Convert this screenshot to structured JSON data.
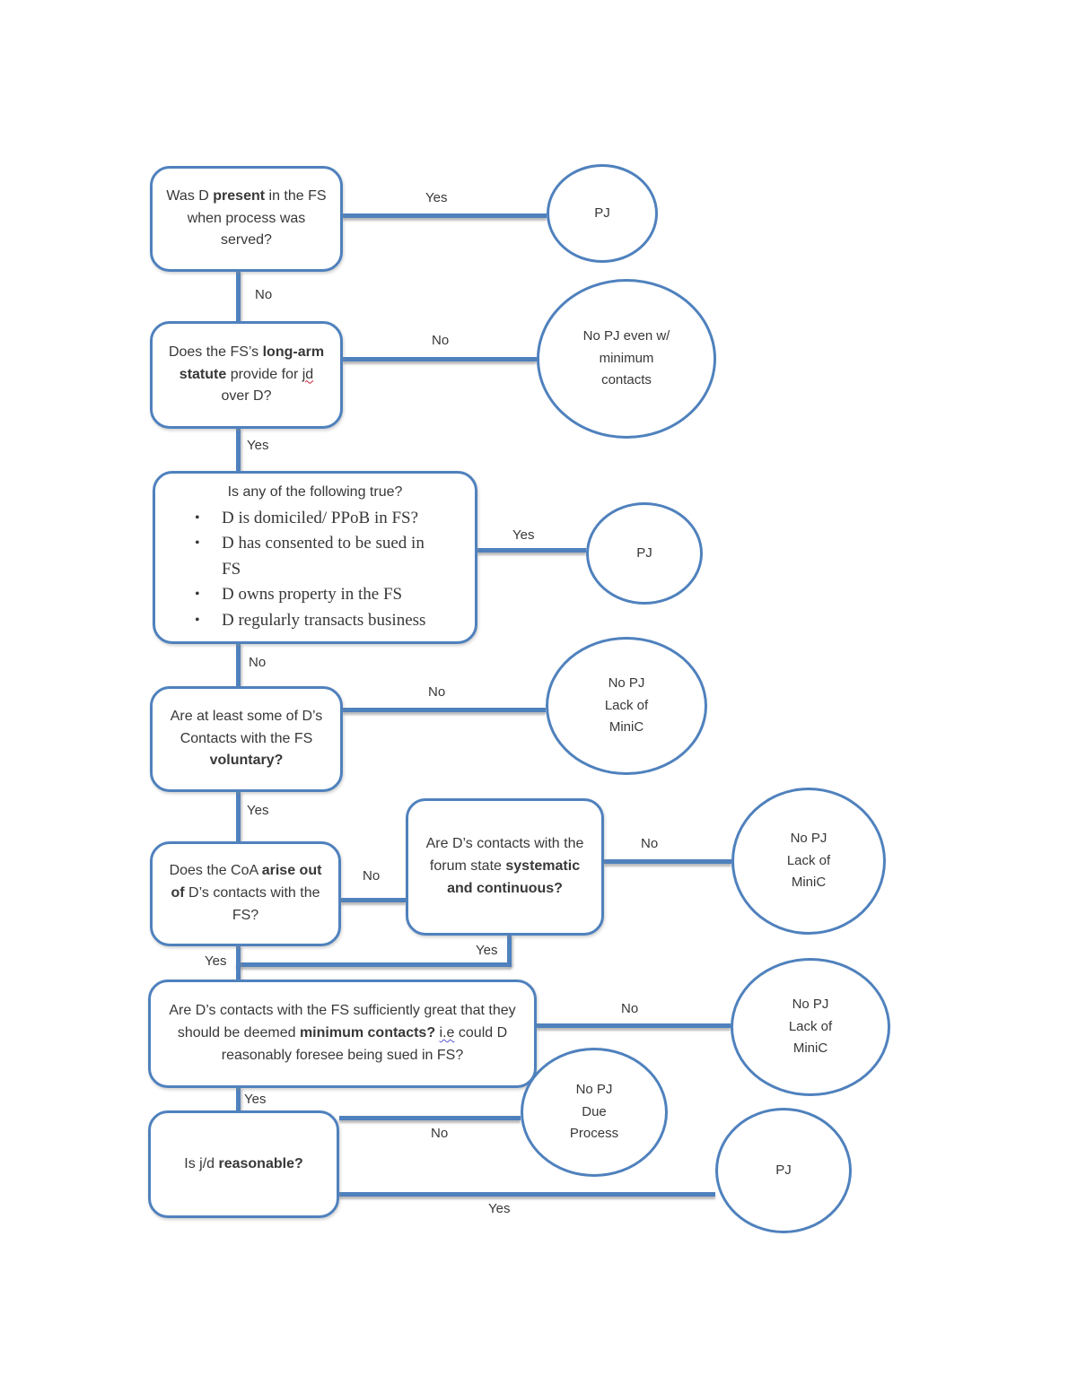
{
  "page": {
    "background": "#ffffff",
    "accent_blue": "#4f81bd",
    "text_color": "#383838",
    "squiggle_red": "#cc2036",
    "squiggle_blue": "#5a5ad0"
  },
  "nodes": {
    "present": {
      "segments": [
        {
          "text": "Was D "
        },
        {
          "text": "present",
          "style": "bold"
        },
        {
          "text": " in the FS when process was served?"
        }
      ]
    },
    "longarm": {
      "segments": [
        {
          "text": "Does the FS’s "
        },
        {
          "text": "long-arm statute",
          "style": "bold"
        },
        {
          "text": " provide for "
        },
        {
          "text": "jd",
          "style": "squiggle-red"
        },
        {
          "text": " over D?"
        }
      ]
    },
    "enumerated": {
      "title": "Is any of the following true?",
      "bullet_glyph": "•",
      "bullets": [
        "D is domiciled/ PPoB in FS?",
        "D has consented to be sued in FS",
        "D owns property in the FS",
        "D regularly transacts business"
      ]
    },
    "voluntary": {
      "segments": [
        {
          "text": "Are at least some of D’s Contacts with the FS "
        },
        {
          "text": "voluntary?",
          "style": "bold"
        }
      ]
    },
    "coa": {
      "segments": [
        {
          "text": "Does the CoA "
        },
        {
          "text": "arise out of",
          "style": "bold"
        },
        {
          "text": " D’s contacts with the FS?"
        }
      ]
    },
    "systematic": {
      "segments": [
        {
          "text": "Are D’s contacts with the forum state "
        },
        {
          "text": "systematic and continuous?",
          "style": "bold"
        }
      ]
    },
    "minimum": {
      "segments": [
        {
          "text": "Are D’s contacts with the FS sufficiently great that they should be deemed "
        },
        {
          "text": "minimum contacts?",
          "style": "bold"
        },
        {
          "text": " "
        },
        {
          "text": "i.e",
          "style": "squiggle-blue"
        },
        {
          "text": " could D reasonably foresee being sued in FS?"
        }
      ]
    },
    "reasonable": {
      "segments": [
        {
          "text": "Is j/d "
        },
        {
          "text": "reasonable?",
          "style": "bold"
        }
      ]
    }
  },
  "outcomes": {
    "pj_top": {
      "lines": [
        "PJ"
      ]
    },
    "no_pj_even": {
      "lines": [
        "No PJ even w/",
        "minimum",
        "contacts"
      ]
    },
    "pj_mid": {
      "lines": [
        "PJ"
      ]
    },
    "no_pj_minic_1": {
      "lines": [
        "No PJ",
        "Lack of",
        "MiniC"
      ]
    },
    "no_pj_minic_2": {
      "lines": [
        "No PJ",
        "Lack of",
        "MiniC"
      ]
    },
    "no_pj_minic_3": {
      "lines": [
        "No PJ",
        "Lack of",
        "MiniC"
      ]
    },
    "no_pj_due_process": {
      "lines": [
        "No PJ",
        "Due",
        "Process"
      ]
    },
    "pj_bottom": {
      "lines": [
        "PJ"
      ]
    }
  },
  "edge_labels": {
    "present_yes": "Yes",
    "present_no": "No",
    "longarm_no": "No",
    "longarm_yes": "Yes",
    "enumerated_yes": "Yes",
    "enumerated_no": "No",
    "voluntary_no": "No",
    "voluntary_yes": "Yes",
    "coa_no": "No",
    "coa_yes": "Yes",
    "systematic_no": "No",
    "systematic_yes": "Yes",
    "minimum_no": "No",
    "minimum_yes": "Yes",
    "reasonable_no": "No",
    "reasonable_yes": "Yes"
  }
}
